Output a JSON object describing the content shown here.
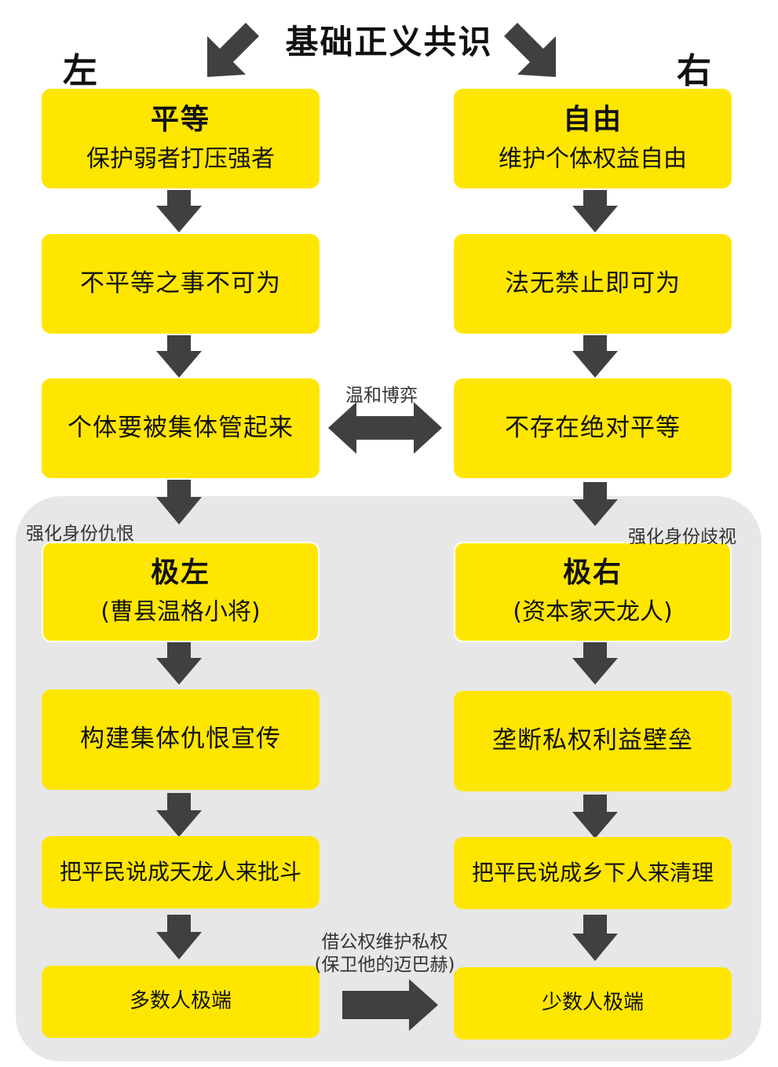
{
  "header": {
    "title": "基础正义共识",
    "left_label": "左",
    "right_label": "右"
  },
  "left": {
    "b1_title": "平等",
    "b1_sub": "保护弱者打压强者",
    "b2": "不平等之事不可为",
    "b3": "个体要被集体管起来",
    "extreme_title": "极左",
    "extreme_sub": "(曹县温格小将)",
    "b5": "构建集体仇恨宣传",
    "b6": "把平民说成天龙人来批斗",
    "b7": "多数人极端"
  },
  "right": {
    "b1_title": "自由",
    "b1_sub": "维护个体权益自由",
    "b2": "法无禁止即可为",
    "b3": "不存在绝对平等",
    "extreme_title": "极右",
    "extreme_sub": "(资本家天龙人)",
    "b5": "垄断私权利益壁垒",
    "b6": "把平民说成乡下人来清理",
    "b7": "少数人极端"
  },
  "notes": {
    "middle": "温和博弈",
    "left_extreme": "强化身份仇恨",
    "right_extreme": "强化身份歧视",
    "bottom_line1": "借公权维护私权",
    "bottom_line2": "(保卫他的迈巴赫)"
  },
  "colors": {
    "box": "#ffe600",
    "arrow": "#404040",
    "panel": "#e7e7e7"
  }
}
